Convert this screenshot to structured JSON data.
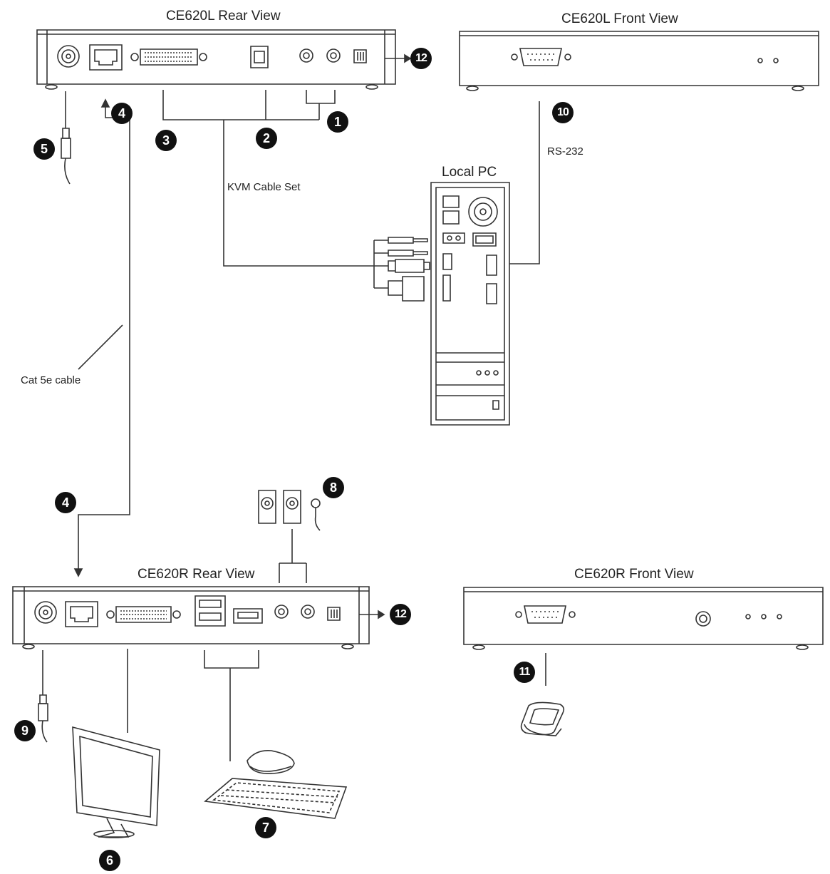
{
  "titles": {
    "ce620l_rear": "CE620L Rear View",
    "ce620l_front": "CE620L Front View",
    "ce620r_rear": "CE620R Rear View",
    "ce620r_front": "CE620R Front View",
    "local_pc": "Local PC"
  },
  "labels": {
    "kvm_cable_set": "KVM Cable Set",
    "rs232": "RS-232",
    "cat5e": "Cat 5e cable"
  },
  "callouts": [
    "1",
    "2",
    "3",
    "4",
    "4",
    "5",
    "6",
    "7",
    "8",
    "9",
    "10",
    "11",
    "12",
    "12"
  ],
  "icons": [
    "power-jack-icon",
    "rj45-port-icon",
    "dvi-port-icon",
    "usb-b-port-icon",
    "audio-jack-icon",
    "dip-switch-icon",
    "serial-port-icon",
    "led-icon",
    "pc-tower-icon",
    "monitor-icon",
    "keyboard-icon",
    "mouse-icon",
    "speakers-icon",
    "microphone-icon",
    "touch-device-icon",
    "power-adapter-icon"
  ]
}
